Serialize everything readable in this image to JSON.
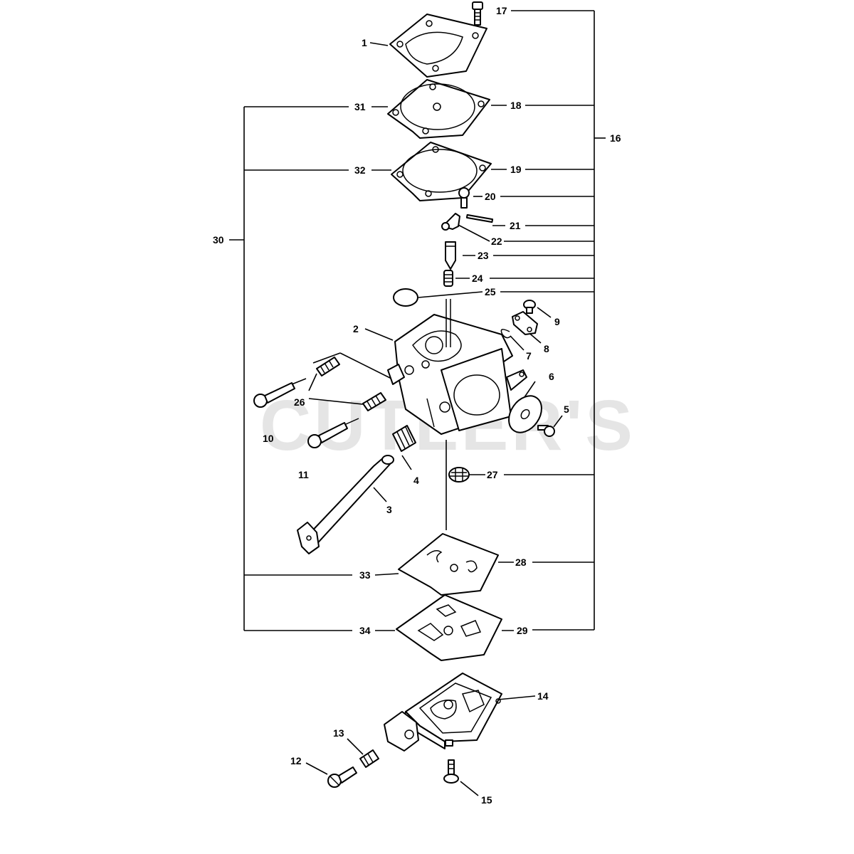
{
  "watermark": "CUTLER'S",
  "labels": {
    "p1": "1",
    "p2": "2",
    "p3": "3",
    "p4": "4",
    "p5": "5",
    "p6": "6",
    "p7": "7",
    "p8": "8",
    "p9": "9",
    "p10": "10",
    "p11": "11",
    "p12": "12",
    "p13": "13",
    "p14": "14",
    "p15": "15",
    "p16": "16",
    "p17": "17",
    "p18": "18",
    "p19": "19",
    "p20": "20",
    "p21": "21",
    "p22": "22",
    "p23": "23",
    "p24": "24",
    "p25": "25",
    "p26": "26",
    "p27": "27",
    "p28": "28",
    "p29": "29",
    "p30": "30",
    "p31": "31",
    "p32": "32",
    "p33": "33",
    "p34": "34"
  }
}
